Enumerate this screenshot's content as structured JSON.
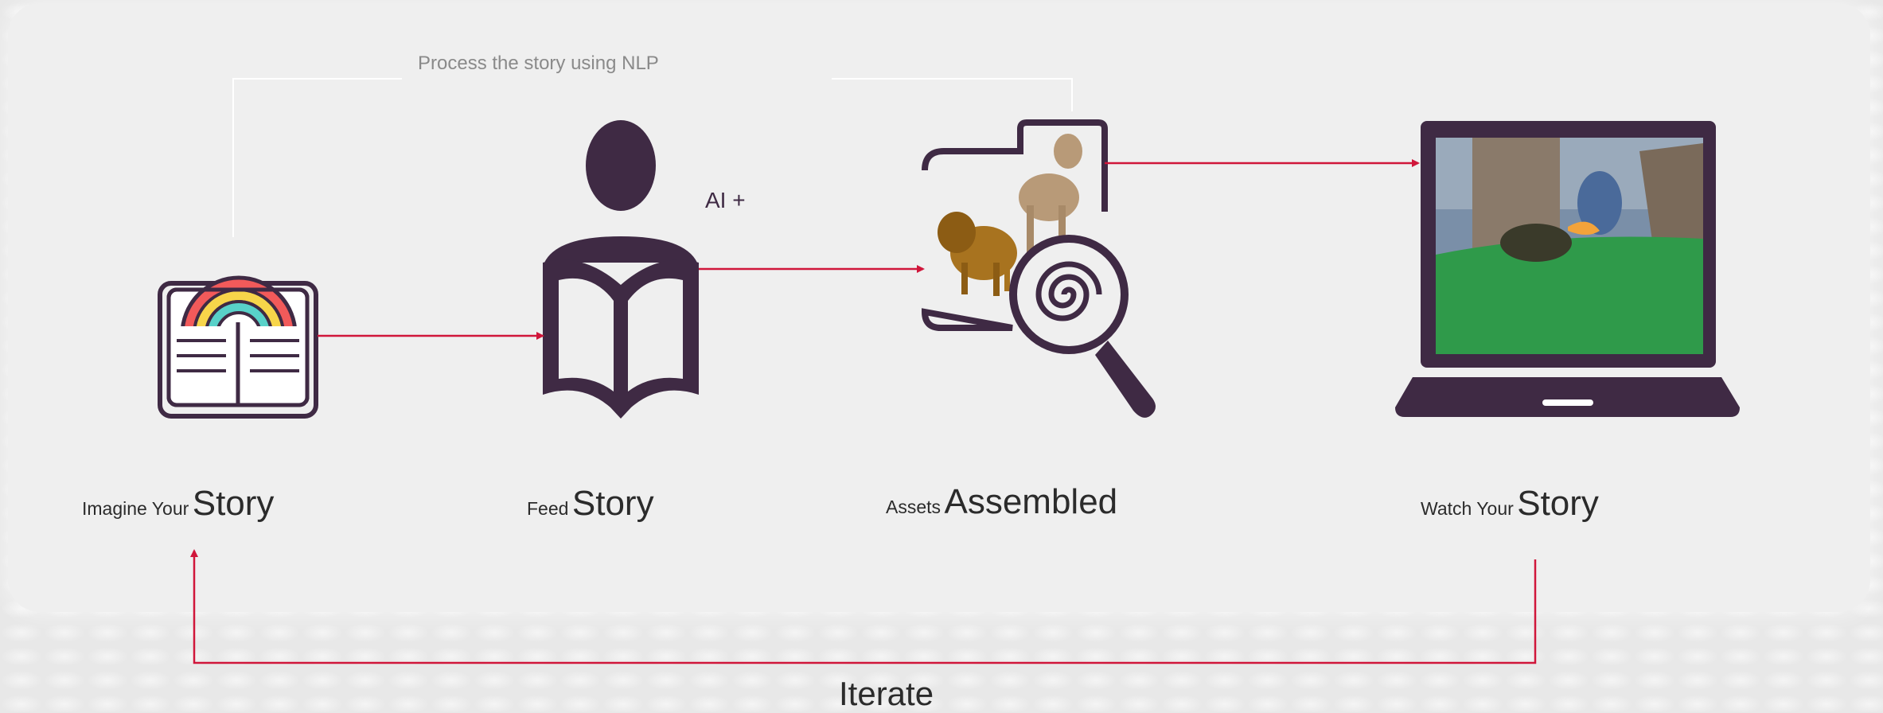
{
  "nlp_label": "Process the story using NLP",
  "ai_label": "AI +",
  "steps": [
    {
      "prefix": "Imagine Your",
      "main": "Story"
    },
    {
      "prefix": "Feed",
      "main": "Story"
    },
    {
      "prefix": "Assets",
      "main": "Assembled"
    },
    {
      "prefix": "Watch Your",
      "main": "Story"
    }
  ],
  "iterate_label": "Iterate",
  "colors": {
    "icon": "#3f2a44",
    "arrow": "#d0163a",
    "connector": "#ffffff"
  },
  "icons": [
    "rainbow-book-icon",
    "reader-icon",
    "asset-search-icon",
    "laptop-icon"
  ]
}
